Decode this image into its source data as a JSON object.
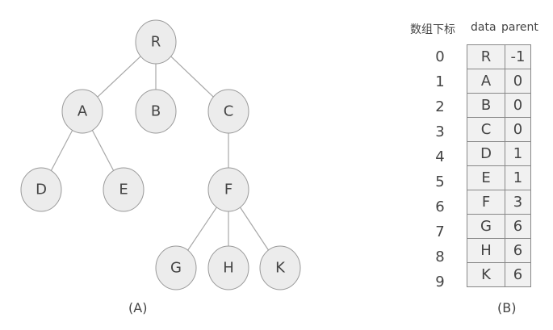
{
  "tree": {
    "nodes": [
      {
        "id": "R",
        "label": "R",
        "parent": -1
      },
      {
        "id": "A",
        "label": "A",
        "parent": 0
      },
      {
        "id": "B",
        "label": "B",
        "parent": 0
      },
      {
        "id": "C",
        "label": "C",
        "parent": 0
      },
      {
        "id": "D",
        "label": "D",
        "parent": 1
      },
      {
        "id": "E",
        "label": "E",
        "parent": 1
      },
      {
        "id": "F",
        "label": "F",
        "parent": 3
      },
      {
        "id": "G",
        "label": "G",
        "parent": 6
      },
      {
        "id": "H",
        "label": "H",
        "parent": 6
      },
      {
        "id": "K",
        "label": "K",
        "parent": 6
      }
    ],
    "caption": "(A)"
  },
  "table": {
    "headers": {
      "index": "数组下标",
      "data": "data",
      "parent": "parent"
    },
    "rows": [
      {
        "index": "0",
        "data": "R",
        "parent": "-1"
      },
      {
        "index": "1",
        "data": "A",
        "parent": "0"
      },
      {
        "index": "2",
        "data": "B",
        "parent": "0"
      },
      {
        "index": "3",
        "data": "C",
        "parent": "0"
      },
      {
        "index": "4",
        "data": "D",
        "parent": "1"
      },
      {
        "index": "5",
        "data": "E",
        "parent": "1"
      },
      {
        "index": "6",
        "data": "F",
        "parent": "3"
      },
      {
        "index": "7",
        "data": "G",
        "parent": "6"
      },
      {
        "index": "8",
        "data": "H",
        "parent": "6"
      },
      {
        "index": "9",
        "data": "K",
        "parent": "6"
      }
    ],
    "caption": "(B)"
  }
}
